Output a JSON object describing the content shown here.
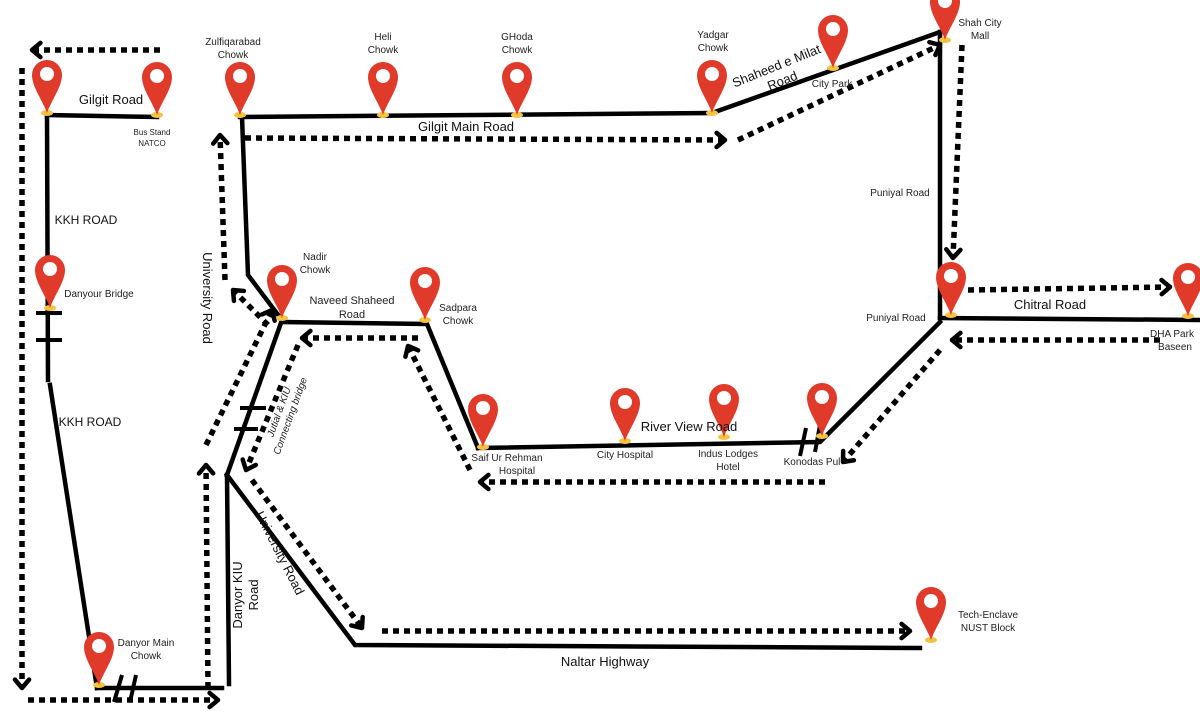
{
  "map": {
    "pin_color": "#e03a2a",
    "pin_base_color": "#f5c242",
    "road_color": "#000000",
    "roads": {
      "gilgit_road": "Gilgit Road",
      "kkh_road_1": "KKH ROAD",
      "kkh_road_2": "KKH ROAD",
      "gilgit_main_road": "Gilgit Main Road",
      "shaheed_line1": "Shaheed e Milat",
      "shaheed_line2": "Road",
      "university_road_1": "University Road",
      "university_road_2": "University Road",
      "naveed_line1": "Naveed Shaheed",
      "naveed_line2": "Road",
      "jutial_line1": "Jutial & KIU",
      "jutial_line2": "Connecting bridge",
      "danyor_kiu_line1": "Danyor  KIU",
      "danyor_kiu_line2": "Road",
      "river_view_road": "River View Road",
      "naltar_highway": "Naltar Highway",
      "puniyal_road_1": "Puniyal Road",
      "puniyal_road_2": "Puniyal Road",
      "chitral_road": "Chitral Road"
    },
    "places": {
      "bus_stand_1": "Bus Stand",
      "bus_stand_2": "NATCO",
      "zulfiqarabad_1": "Zulfiqarabad",
      "zulfiqarabad_2": "Chowk",
      "heli_1": "Heli",
      "heli_2": "Chowk",
      "ghoda_1": "GHoda",
      "ghoda_2": "Chowk",
      "yadgar_1": "Yadgar",
      "yadgar_2": "Chowk",
      "city_park": "City Park",
      "shah_city_1": "Shah City",
      "shah_city_2": "Mall",
      "danyour_bridge": "Danyour Bridge",
      "nadir_1": "Nadir",
      "nadir_2": "Chowk",
      "sadpara_1": "Sadpara",
      "sadpara_2": "Chowk",
      "saif_1": "Saif Ur Rehman",
      "saif_2": "Hospital",
      "city_hospital": "City Hospital",
      "indus_1": "Indus Lodges",
      "indus_2": "Hotel",
      "konodas": "Konodas Pul",
      "dha_1": "DHA Park",
      "dha_2": "Baseen",
      "danyor_main_1": "Danyor Main",
      "danyor_main_2": "Chowk",
      "tech_1": "Tech-Enclave",
      "tech_2": "NUST Block"
    }
  }
}
